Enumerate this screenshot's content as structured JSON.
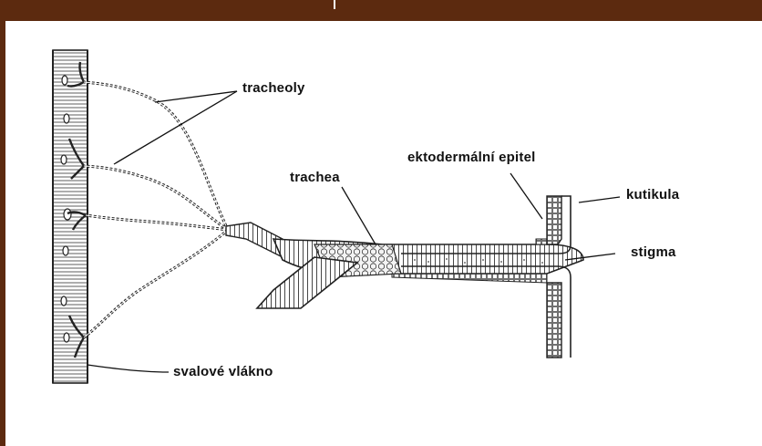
{
  "labels": {
    "tracheoly": "tracheoly",
    "ektoderm": "ektodermální epitel",
    "trachea": "trachea",
    "kutikula": "kutikula",
    "stigma": "stigma",
    "svalove": "svalové vlákno"
  },
  "colors": {
    "frame": "#5c2a0f",
    "ink": "#222222",
    "background": "#ffffff"
  }
}
